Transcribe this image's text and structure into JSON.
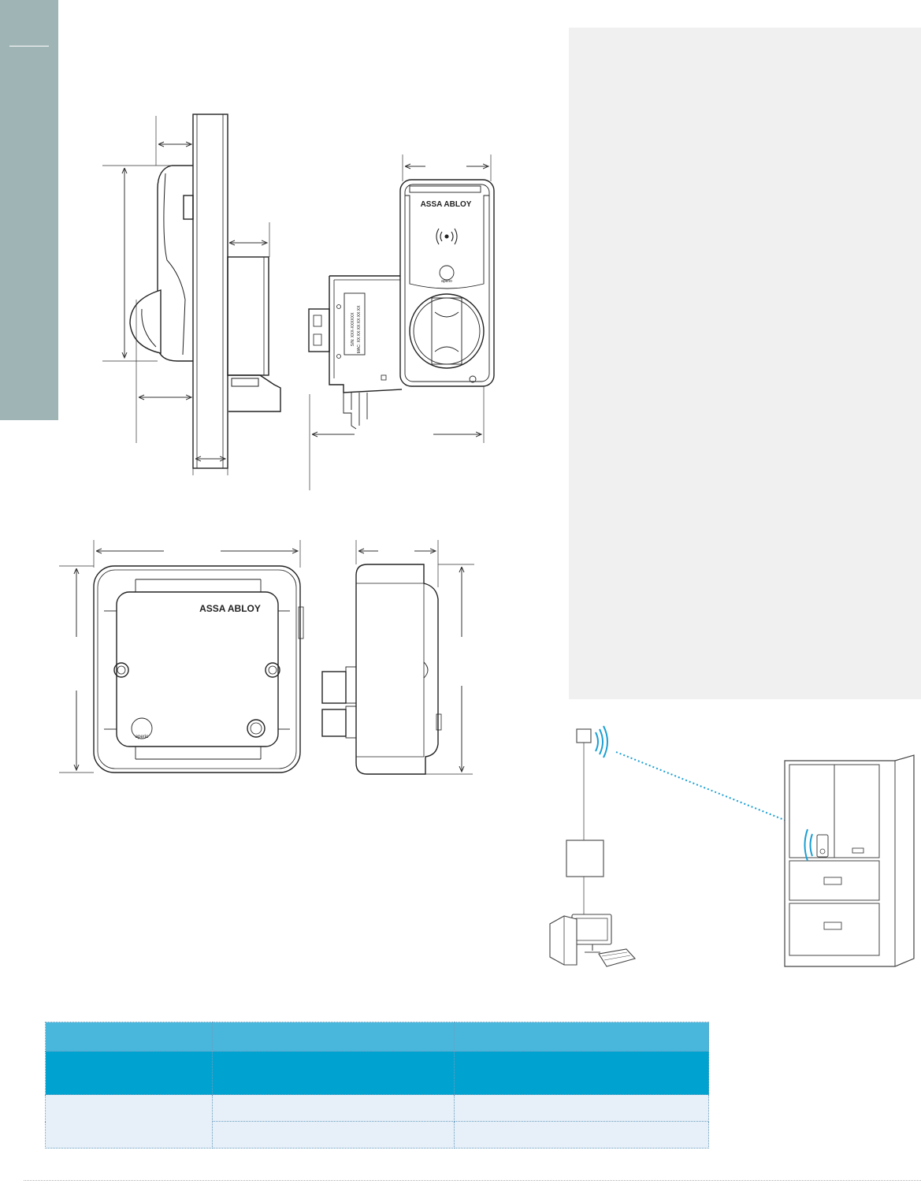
{
  "logos": {
    "brand_cylinder": "ASSA ABLOY",
    "brand_cabinet": "ASSA ABLOY",
    "product_cylinder": "aperio",
    "product_cabinet": "aperio"
  },
  "label_plate": {
    "line1": "S/N: XXX-XXXXXX",
    "line2": "MAC: XX:XX:XX:XX:XX:XX"
  },
  "icons": {
    "wireless": "wireless-waves-icon",
    "workstation": "computer-workstation-icon",
    "cabinet": "filing-cabinet-icon"
  },
  "colors": {
    "side_band": "#9fb4b4",
    "panel": "#f0f0f0",
    "header_row_1": "#49b6dc",
    "header_row_2": "#00a3d0",
    "data_row": "#e7eff8",
    "signal": "#1a9fd3"
  },
  "table": {
    "header_row_1": [
      "",
      "",
      ""
    ],
    "header_row_2": [
      "",
      "",
      ""
    ],
    "rows": [
      [
        "",
        "",
        ""
      ],
      [
        "",
        "",
        ""
      ]
    ]
  }
}
